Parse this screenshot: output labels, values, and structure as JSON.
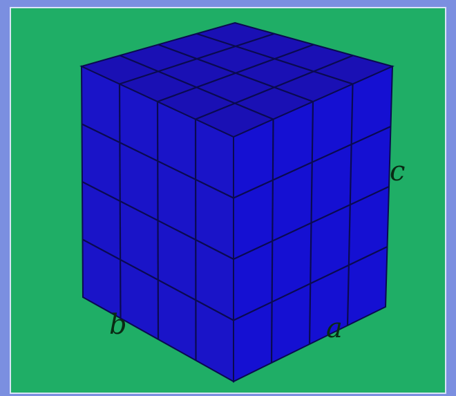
{
  "labels": {
    "a": "a",
    "b": "b",
    "c": "c"
  },
  "colors": {
    "background": "#1fae66",
    "cube_front_left": "#1a14c8",
    "cube_front_right": "#1510d2",
    "cube_top": "#1a10b4",
    "grid_line": "#0a0a50"
  },
  "grid": {
    "divisions_a": 4,
    "divisions_b": 4,
    "divisions_c": 4
  }
}
